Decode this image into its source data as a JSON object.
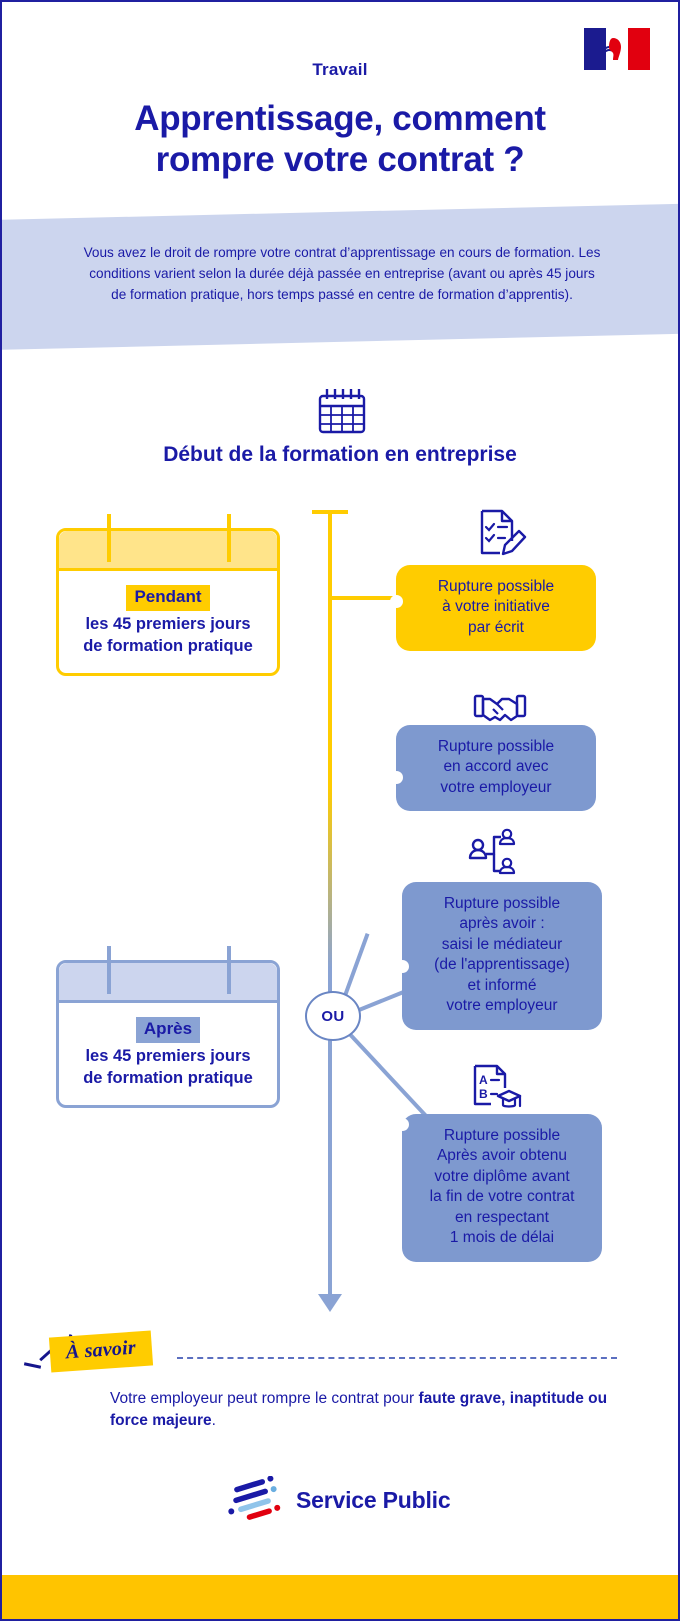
{
  "header": {
    "eyebrow": "Travail",
    "title_line1": "Apprentissage, comment",
    "title_line2": "rompre votre contrat ?",
    "flag_name": "republique-francaise-flag"
  },
  "intro": {
    "text": "Vous avez le droit de rompre votre contrat d’apprentissage en cours de formation. Les conditions varient selon la durée déjà passée en entreprise (avant ou après 45 jours de formation pratique, hors temps passé en centre de formation d’apprentis)."
  },
  "section": {
    "icon": "calendar-icon",
    "title": "Début de la formation en entreprise"
  },
  "timeline": {
    "junction_label": "OU"
  },
  "cards": [
    {
      "id": "pendant",
      "tag": "Pendant",
      "line1": "les 45 premiers jours",
      "line2": "de formation pratique",
      "color": "#ffcc00"
    },
    {
      "id": "apres",
      "tag": "Après",
      "line1": "les 45 premiers jours",
      "line2": "de formation pratique",
      "color": "#8aa3d4"
    }
  ],
  "options": [
    {
      "id": "option-initiative",
      "icon": "document-check-pencil-icon",
      "lines": [
        "Rupture possible",
        "à votre initiative",
        "par écrit"
      ],
      "color": "#ffcc00"
    },
    {
      "id": "option-accord",
      "icon": "handshake-icon",
      "lines": [
        "Rupture possible",
        "en accord avec",
        "votre employeur"
      ],
      "color": "#7e99cf"
    },
    {
      "id": "option-mediateur",
      "icon": "mediator-people-icon",
      "lines": [
        "Rupture possible",
        "après avoir :",
        "saisi le médiateur",
        "(de l'apprentissage)",
        "et informé",
        "votre employeur"
      ],
      "color": "#7e99cf"
    },
    {
      "id": "option-diplome",
      "icon": "diploma-graduation-icon",
      "lines": [
        "Rupture possible",
        "Après avoir obtenu",
        "votre diplôme avant",
        "la fin de votre contrat",
        "en respectant",
        "1 mois de délai"
      ],
      "color": "#7e99cf"
    }
  ],
  "note": {
    "badge": "À savoir",
    "text_plain": "Votre employeur peut rompre le contrat pour ",
    "text_bold": "faute grave, inaptitude ou force majeure",
    "text_end": "."
  },
  "footer": {
    "logo_text": "Service Public",
    "logo_mark": "service-public-logo",
    "bar_color": "#ffc400"
  },
  "colors": {
    "brand_blue": "#1a1aa6",
    "accent_yellow": "#ffcc00",
    "soft_blue": "#7e99cf",
    "pale_blue": "#ccd5ee"
  }
}
